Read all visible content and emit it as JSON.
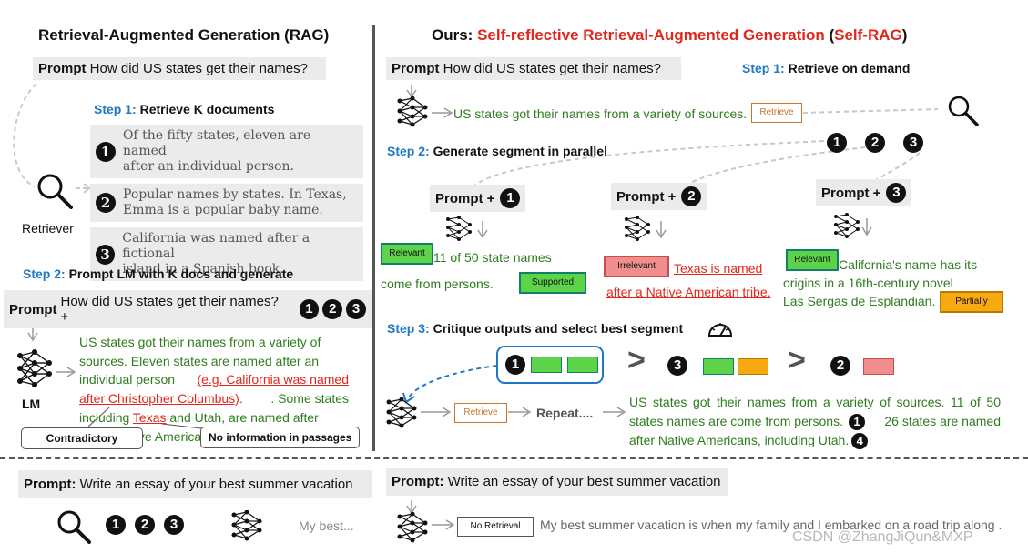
{
  "left": {
    "title": "Retrieval-Augmented Generation (RAG)",
    "prompt_label": "Prompt",
    "prompt_text": "How did US states get their names?",
    "step1_key": "Step 1:",
    "step1_text": "Retrieve K documents",
    "docs": [
      {
        "num": "1",
        "text_line1": "Of the fifty states, eleven are named",
        "text_line2": "after an individual person."
      },
      {
        "num": "2",
        "text_line1": "Popular names by states. In Texas,",
        "text_line2": "Emma is a popular baby name."
      },
      {
        "num": "3",
        "text_line1": "California was named after a fictional",
        "text_line2": "island in a Spanish book."
      }
    ],
    "retriever_label": "Retriever",
    "step2_key": "Step 2:",
    "step2_text": "Prompt LM with K docs and generate",
    "prompt2_label": "Prompt",
    "prompt2_text": "How did US states get their names? +",
    "lm_label": "LM",
    "gen": {
      "l1": "US states got their names from a variety of",
      "l2": "sources. Eleven states are named after an",
      "l3a": "individual person ",
      "l3b": "(e.g, California was named",
      "l4a": "after Christopher Columbus)",
      "l4b": ". Some states",
      "l5a": "including ",
      "l5b": "Texas",
      "l5c": " and Utah, are named after",
      "l6": "Native American tribe."
    },
    "callout_contradictory": "Contradictory",
    "callout_noinfo": "No information in passages",
    "bottom_prompt_label": "Prompt:",
    "bottom_prompt_text": "Write an essay of your best summer vacation",
    "bottom_output": "My best..."
  },
  "right": {
    "title_prefix": "Ours: ",
    "title_main": "Self-reflective Retrieval-Augmented Generation",
    "title_paren_open": " (",
    "title_abbr": "Self-RAG",
    "title_paren_close": ")",
    "prompt_label": "Prompt",
    "prompt_text": "How did US states get their names?",
    "step1_key": "Step 1:",
    "step1_text": "Retrieve on demand",
    "first_output": "US states got their names from a variety of sources.",
    "retrieve_tag": "Retrieve",
    "step2_key": "Step 2:",
    "step2_text": "Generate segment in parallel",
    "prompt_plus": "Prompt +",
    "seg1": {
      "tag": "Relevant",
      "l1": "11 of 50 state names",
      "l2": "come from persons.",
      "tag2": "Supported"
    },
    "seg2": {
      "tag": "Irrelevant",
      "l1": "Texas is named",
      "l2": "after a Native American tribe."
    },
    "seg3": {
      "tag": "Relevant",
      "l1": "California's name has its",
      "l2": "origins in a 16th-century novel",
      "l3": "Las Sergas de Esplandián.",
      "tag2": "Partially"
    },
    "step3_key": "Step 3:",
    "step3_text": "Critique outputs and select best segment",
    "gt": ">",
    "repeat": "Repeat....",
    "final": {
      "l1": "US states got their names from a variety of sources. 11 of 50",
      "l2a": "states names are come from persons.",
      "l2b": "26 states are named",
      "l3": "after Native Americans, including Utah."
    },
    "bottom_prompt_label": "Prompt:",
    "bottom_prompt_text": "Write an essay of your best summer vacation",
    "no_retrieval_tag": "No Retrieval",
    "bottom_output": "My best summer vacation is when my family and I embarked on a road trip along ..."
  },
  "numbers": {
    "one": "1",
    "two": "2",
    "three": "3",
    "four": "4"
  },
  "watermark": "CSDN @ZhangJiQun&MXP",
  "colors": {
    "step_blue": "#1f78c4",
    "title_red": "#e1261c",
    "text_green": "#2e7d1e",
    "retrieve_orange": "#c9732c",
    "relevant_green": "#5dd34a",
    "irrelevant_pink": "#f08d8d",
    "partial_orange": "#f7a912"
  }
}
